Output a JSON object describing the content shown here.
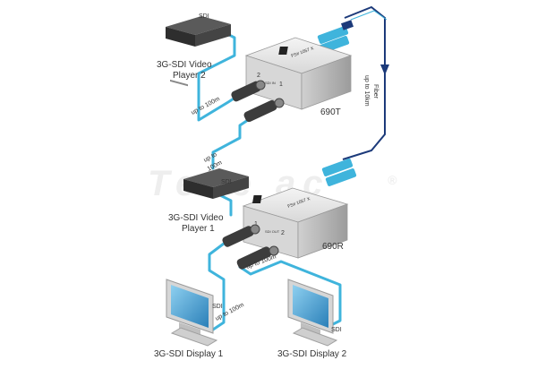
{
  "devices": {
    "transmitter": {
      "label": "690T",
      "model_text": "FS# 1057 X",
      "port1": "1",
      "port2": "2",
      "port_in": "SDI IN"
    },
    "receiver": {
      "label": "690R",
      "model_text": "FS# 1057 X",
      "port1": "1",
      "port2": "2",
      "port_out": "SDI OUT"
    },
    "player2": {
      "line1": "3G-SDI Video",
      "line2": "Player 2"
    },
    "player1": {
      "line1": "3G-SDI Video",
      "line2": "Player 1"
    },
    "display1": {
      "label": "3G-SDI Display 1"
    },
    "display2": {
      "label": "3G-SDI Display 2"
    }
  },
  "cables": {
    "sdi_label": "SDI",
    "upto100m": "up to 100m",
    "upto": "up to",
    "m100": "100m",
    "fiber": "Fiber",
    "upto10km": "up to 10km"
  },
  "watermark": {
    "text": "TeLe  ac",
    "mark": "®"
  },
  "colors": {
    "cable": "#3fb4dc",
    "fiber_line": "#1c3a7a",
    "device_top": "#e8e8e8",
    "device_side": "#bdbdbd"
  }
}
